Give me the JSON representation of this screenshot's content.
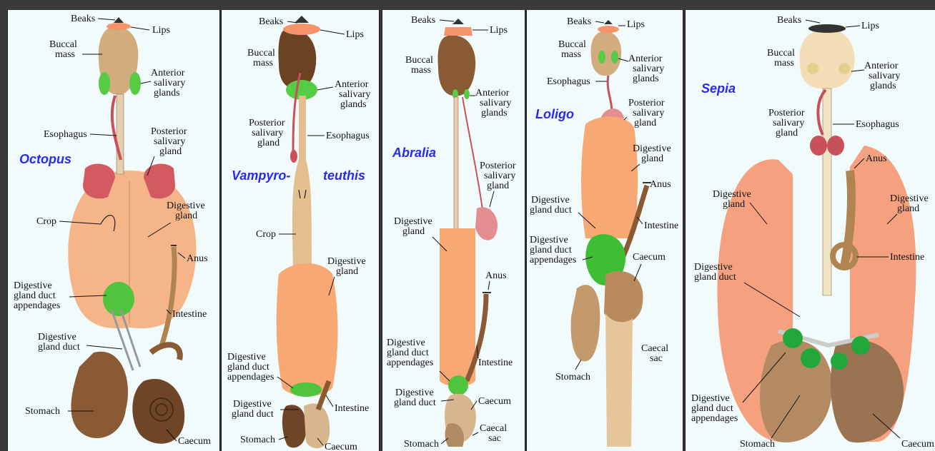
{
  "colors": {
    "background": "#3a3a3a",
    "panel": "#f2fbfc",
    "species_label": "#2a2aee",
    "digestive_gland": "#f7a873",
    "salivary_green": "#55cc44",
    "posterior_salivary": "#d45a62",
    "stomach_brown": "#8a5a34",
    "lips": "#f5946a"
  },
  "panels": [
    {
      "species": "Octopus",
      "labels": {
        "beaks": "Beaks",
        "lips": "Lips",
        "buccal_1": "Buccal",
        "buccal_2": "mass",
        "ant_1": "Anterior",
        "ant_2": "salivary",
        "ant_3": "glands",
        "esophagus": "Esophagus",
        "post_1": "Posterior",
        "post_2": "salivary",
        "post_3": "gland",
        "crop": "Crop",
        "dg_1": "Digestive",
        "dg_2": "gland",
        "anus": "Anus",
        "dgda_1": "Digestive",
        "dgda_2": "gland duct",
        "dgda_3": "appendages",
        "intestine": "Intestine",
        "dgd_1": "Digestive",
        "dgd_2": "gland duct",
        "stomach": "Stomach",
        "caecum": "Caecum"
      }
    },
    {
      "species_1": "Vampyro-",
      "species_2": "teuthis",
      "labels": {
        "beaks": "Beaks",
        "lips": "Lips",
        "buccal_1": "Buccal",
        "buccal_2": "mass",
        "ant_1": "Anterior",
        "ant_2": "salivary",
        "ant_3": "glands",
        "post_1": "Posterior",
        "post_2": "salivary",
        "post_3": "gland",
        "esophagus": "Esophagus",
        "crop": "Crop",
        "dg_1": "Digestive",
        "dg_2": "gland",
        "dgda_1": "Digestive",
        "dgda_2": "gland duct",
        "dgda_3": "appendages",
        "dgd_1": "Digestive",
        "dgd_2": "gland duct",
        "intestine": "Intestine",
        "stomach": "Stomach",
        "caecum": "Caecum"
      }
    },
    {
      "species": "Abralia",
      "labels": {
        "beaks": "Beaks",
        "lips": "Lips",
        "buccal_1": "Buccal",
        "buccal_2": "mass",
        "ant_1": "Anterior",
        "ant_2": "salivary",
        "ant_3": "glands",
        "post_1": "Posterior",
        "post_2": "salivary",
        "post_3": "gland",
        "dg_1": "Digestive",
        "dg_2": "gland",
        "anus": "Anus",
        "intestine": "Intestine",
        "dgda_1": "Digestive",
        "dgda_2": "gland duct",
        "dgda_3": "appendages",
        "dgd_1": "Digestive",
        "dgd_2": "gland duct",
        "caecum": "Caecum",
        "csac_1": "Caecal",
        "csac_2": "sac",
        "stomach": "Stomach"
      }
    },
    {
      "species": "Loligo",
      "labels": {
        "beaks": "Beaks",
        "lips": "Lips",
        "buccal_1": "Buccal",
        "buccal_2": "mass",
        "ant_1": "Anterior",
        "ant_2": "salivary",
        "ant_3": "glands",
        "esophagus": "Esophagus",
        "post_1": "Posterior",
        "post_2": "salivary",
        "post_3": "gland",
        "dg_1": "Digestive",
        "dg_2": "gland",
        "anus": "Anus",
        "dgd_1": "Digestive",
        "dgd_2": "gland duct",
        "intestine": "Intestine",
        "dgda_1": "Digestive",
        "dgda_2": "gland duct",
        "dgda_3": "appendages",
        "caecum": "Caecum",
        "csac_1": "Caecal",
        "csac_2": "sac",
        "stomach": "Stomach"
      }
    },
    {
      "species": "Sepia",
      "labels": {
        "beaks": "Beaks",
        "lips": "Lips",
        "buccal_1": "Buccal",
        "buccal_2": "mass",
        "ant_1": "Anterior",
        "ant_2": "salivary",
        "ant_3": "glands",
        "post_1": "Posterior",
        "post_2": "salivary",
        "post_3": "gland",
        "esophagus": "Esophagus",
        "anus": "Anus",
        "dgl_1": "Digestive",
        "dgl_2": "gland",
        "dgr_1": "Digestive",
        "dgr_2": "gland",
        "dgd_1": "Digestive",
        "dgd_2": "gland duct",
        "intestine": "Intestine",
        "dgda_1": "Digestive",
        "dgda_2": "gland duct",
        "dgda_3": "appendages",
        "stomach": "Stomach",
        "caecum": "Caecum"
      }
    }
  ]
}
